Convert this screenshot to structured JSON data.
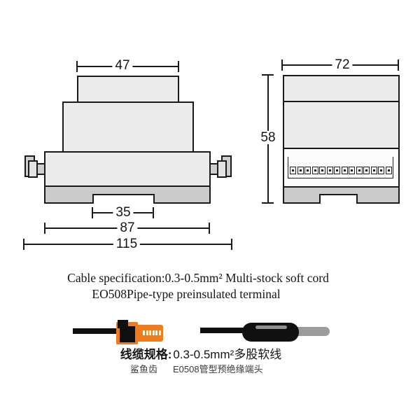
{
  "front_view": {
    "dims": {
      "top_width": "47",
      "notch_width": "35",
      "body_width": "87",
      "total_width": "115"
    }
  },
  "side_view": {
    "dims": {
      "width": "72",
      "height": "58"
    },
    "terminal_count": 14
  },
  "caption_en": {
    "line1": "Cable specification:0.3-0.5mm² Multi-stock soft cord",
    "line2": "EO508Pipe-type preinsulated terminal"
  },
  "caption_zh": {
    "spec_label": "线缆规格:",
    "spec_value": "0.3-0.5mm²多股软线",
    "tool_label": "鲨鱼齿",
    "terminal_label": "E0508管型预绝缘端头"
  },
  "stripper": {
    "teeth_count": 6
  },
  "colors": {
    "outline": "#1a1a1a",
    "ink": "#151515",
    "ink_soft": "#3a3a3a",
    "body_fill": "#ebebeb",
    "strip_fill": "#cbcbcb",
    "panel_fill": "#fbfbfb",
    "terminal_fill": "#f2f2f2",
    "orange": "#ee7c1f",
    "teeth": "#fdf3da",
    "rod_gray": "#9c9c9c",
    "capsule_highlight": "#8f8f8f",
    "cable_black": "#101010"
  }
}
